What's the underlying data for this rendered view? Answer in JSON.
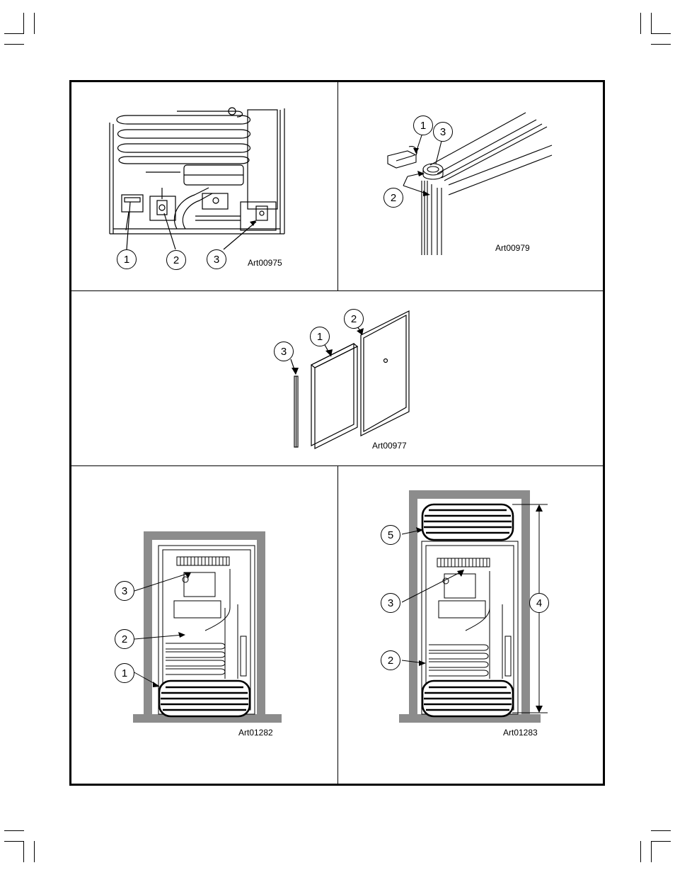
{
  "panels": {
    "top_left": {
      "art_ref": "Art00975",
      "callouts": [
        "1",
        "2",
        "3"
      ]
    },
    "top_right": {
      "art_ref": "Art00979",
      "callouts": [
        "1",
        "3",
        "2"
      ]
    },
    "middle": {
      "art_ref": "Art00977",
      "callouts": [
        "2",
        "1",
        "3"
      ]
    },
    "bottom_left": {
      "art_ref": "Art01282",
      "callouts": [
        "3",
        "2",
        "1"
      ]
    },
    "bottom_right": {
      "art_ref": "Art01283",
      "callouts": [
        "5",
        "3",
        "4",
        "2"
      ]
    }
  }
}
